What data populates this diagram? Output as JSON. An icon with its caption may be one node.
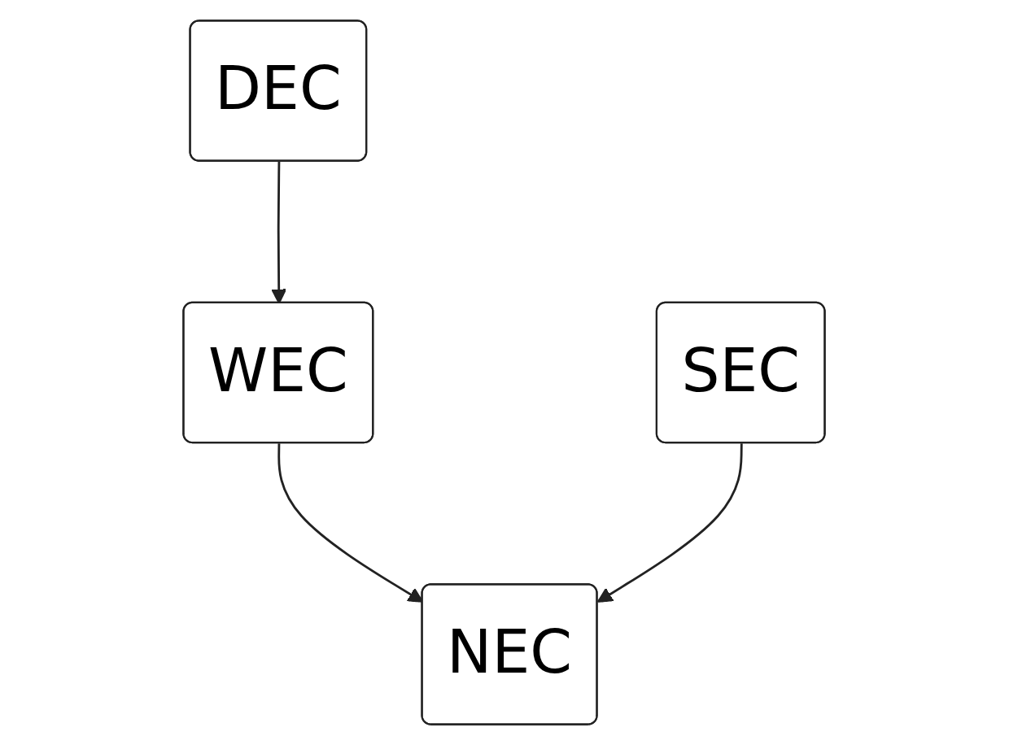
{
  "diagram": {
    "nodes": [
      {
        "text": [
          "DEC"
        ]
      },
      {
        "text": [
          "WEC"
        ]
      },
      {
        "text": [
          "SEC"
        ]
      },
      {
        "text": [
          "NEC"
        ]
      }
    ],
    "edges": [
      {
        "from": 0,
        "to": 1,
        "arrow": "to"
      },
      {
        "from": 1,
        "to": 3,
        "arrow": "to"
      },
      {
        "from": 2,
        "to": 3,
        "arrow": "to"
      }
    ]
  }
}
